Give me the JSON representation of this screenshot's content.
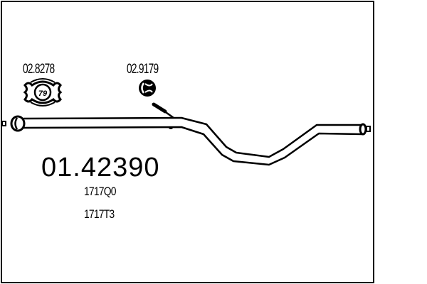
{
  "diagram": {
    "main_part_number": "01.42390",
    "oe_numbers": [
      "1717Q0",
      "1717T3"
    ],
    "accessories": [
      {
        "code": "02.8278",
        "icon": "clamp-icon",
        "badge": "79"
      },
      {
        "code": "02.9179",
        "icon": "rubber-hanger-icon"
      }
    ],
    "component": "exhaust-pipe",
    "colors": {
      "line": "#000000",
      "background": "#ffffff"
    }
  }
}
